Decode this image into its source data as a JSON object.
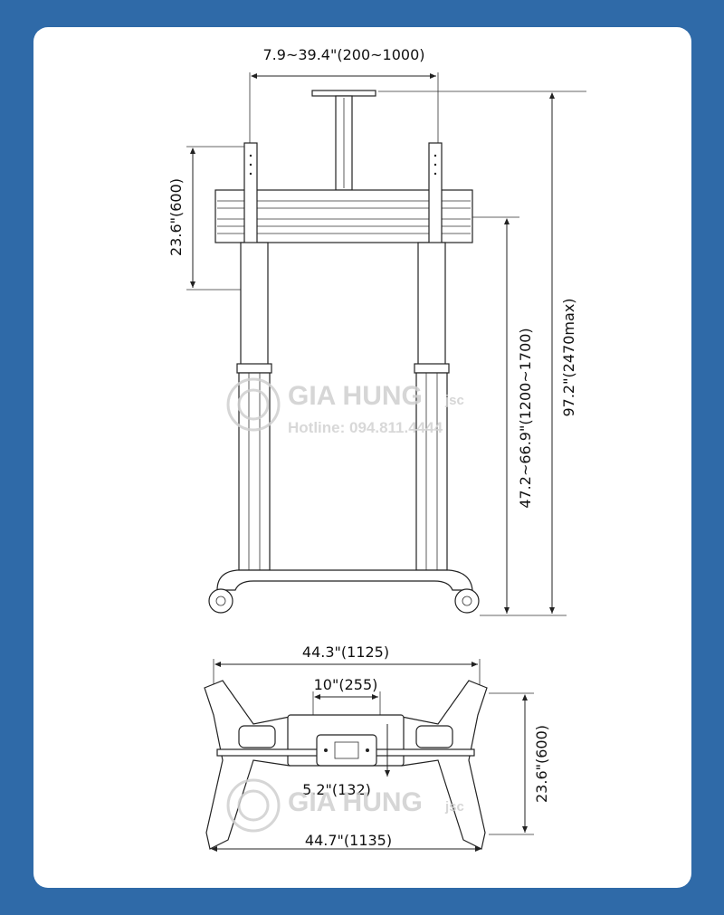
{
  "colors": {
    "frame": "#2f6aa8",
    "card": "#ffffff",
    "line": "#222222",
    "watermark": "#cfcfcf"
  },
  "front_view": {
    "width_dim": "7.9~39.4\"(200~1000)",
    "vesa_dim": "23.6\"(600)",
    "height_range_dim": "47.2~66.9\"(1200~1700)",
    "max_height_dim": "97.2\"(2470max)"
  },
  "base_view": {
    "outer_width_dim": "44.3\"(1125)",
    "center_dim": "10\"(255)",
    "depth_dim": "23.6\"(600)",
    "offset_dim": "5.2\"(132)",
    "bottom_width_dim": "44.7\"(1135)"
  },
  "watermark": {
    "brand": "GIA HUNG",
    "suffix": "jsc",
    "hotline": "Hotline: 094.811.4444"
  }
}
